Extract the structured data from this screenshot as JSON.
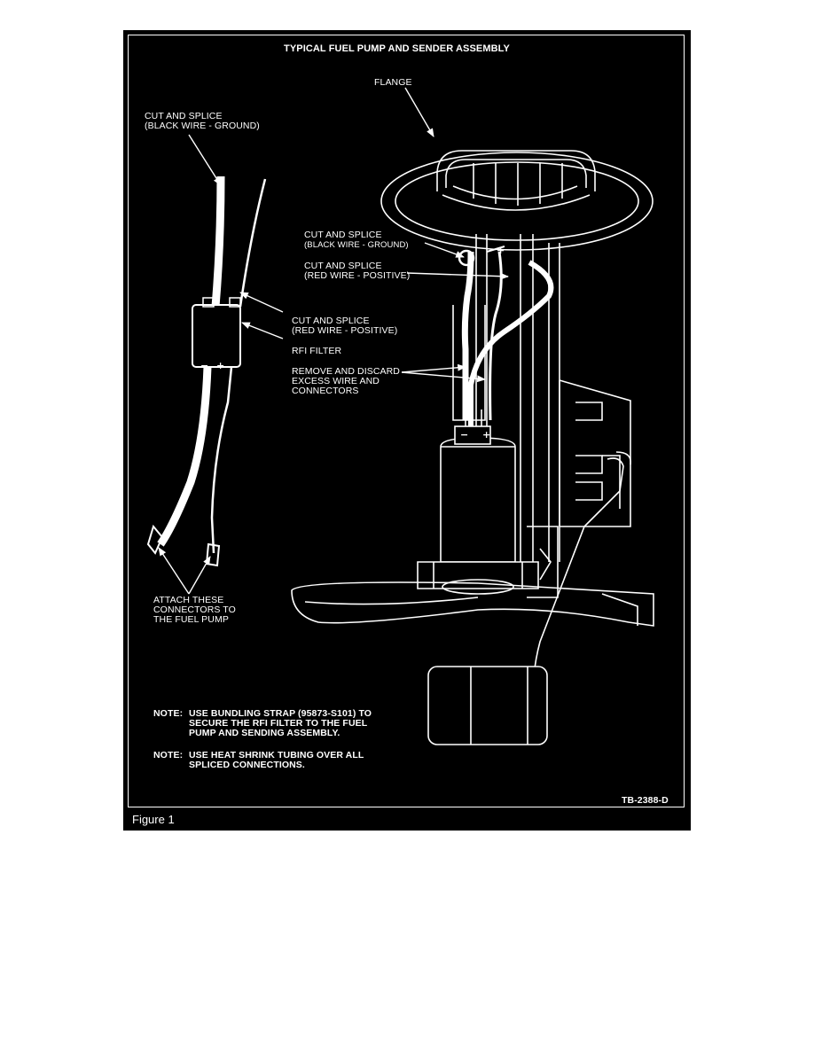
{
  "figure": {
    "title": "TYPICAL FUEL PUMP AND SENDER ASSEMBLY",
    "caption": "Figure 1",
    "reference_code": "TB-2388-D"
  },
  "labels": {
    "flange": "FLANGE",
    "cut_splice_black_left_l1": "CUT AND SPLICE",
    "cut_splice_black_left_l2": "(BLACK WIRE -  GROUND)",
    "cut_splice_black_right_l1": "CUT AND SPLICE",
    "cut_splice_black_right_l2": "(BLACK WIRE - GROUND)",
    "cut_splice_red_right_l1": "CUT AND SPLICE",
    "cut_splice_red_right_l2": "(RED WIRE -  POSITIVE)",
    "cut_splice_red_mid_l1": "CUT AND SPLICE",
    "cut_splice_red_mid_l2": "(RED WIRE -  POSITIVE)",
    "rfi_filter": "RFI FILTER",
    "remove_discard_l1": "REMOVE AND DISCARD",
    "remove_discard_l2": "EXCESS WIRE AND",
    "remove_discard_l3": "CONNECTORS",
    "attach_l1": "ATTACH THESE",
    "attach_l2": "CONNECTORS TO",
    "attach_l3": "THE FUEL PUMP"
  },
  "symbols": {
    "filter_minus": "−",
    "filter_plus": "+",
    "pump_minus": "−",
    "pump_plus": "+",
    "flange_plus": "+"
  },
  "notes": {
    "note1_prefix": "NOTE:",
    "note1_l1": "USE BUNDLING STRAP (95873-S101) TO",
    "note1_l2": "SECURE THE RFI FILTER TO THE FUEL",
    "note1_l3": "PUMP AND SENDING ASSEMBLY.",
    "note2_prefix": "NOTE:",
    "note2_l1": "USE HEAT SHRINK TUBING OVER ALL",
    "note2_l2": "SPLICED CONNECTIONS."
  },
  "colors": {
    "background": "#000000",
    "ink": "#ffffff",
    "page": "#ffffff"
  }
}
